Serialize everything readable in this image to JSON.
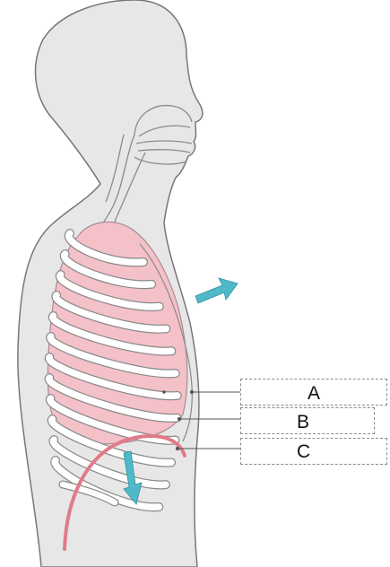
{
  "diagram": {
    "labels": {
      "a": "A",
      "b": "B",
      "c": "C"
    },
    "colors": {
      "body": "#e7e7e7",
      "outline": "#777777",
      "lung": "#f4c1c9",
      "lung_outline": "#a98a90",
      "rib": "#ffffff",
      "rib_outline": "#8a8a8a",
      "diaphragm": "#e07b8a",
      "arrow": "#4fb9c9",
      "leader": "#555555",
      "box_border": "#8a8a8a"
    }
  }
}
